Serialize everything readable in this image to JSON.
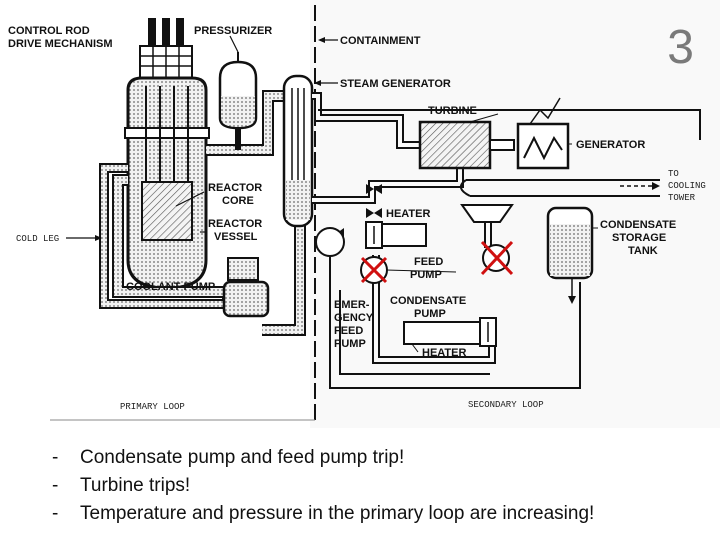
{
  "slide_number": "3",
  "labels": {
    "control_rod_1": "CONTROL ROD",
    "control_rod_2": "DRIVE MECHANISM",
    "pressurizer": "PRESSURIZER",
    "containment": "CONTAINMENT",
    "steam_generator": "STEAM GENERATOR",
    "turbine": "TURBINE",
    "generator": "GENERATOR",
    "to_cooling_1": "TO",
    "to_cooling_2": "COOLING",
    "to_cooling_3": "TOWER",
    "reactor_core_1": "REACTOR",
    "reactor_core_2": "CORE",
    "reactor_vessel_1": "REACTOR",
    "reactor_vessel_2": "VESSEL",
    "heater_top": "HEATER",
    "cold_leg": "COLD LEG",
    "feed_pump_1": "FEED",
    "feed_pump_2": "PUMP",
    "condensate_storage_1": "CONDENSATE",
    "condensate_storage_2": "STORAGE",
    "condensate_storage_3": "TANK",
    "coolant_pump": "COOLANT PUMP",
    "emergency_1": "EMER-",
    "emergency_2": "GENCY",
    "emergency_3": "FEED",
    "emergency_4": "PUMP",
    "condensate_pump_1": "CONDENSATE",
    "condensate_pump_2": "PUMP",
    "heater_bottom": "HEATER",
    "primary_loop": "PRIMARY LOOP",
    "secondary_loop": "SECONDARY LOOP"
  },
  "bullets": [
    {
      "dash": "-",
      "text": "Condensate pump and feed pump trip!"
    },
    {
      "dash": "-",
      "text": "Turbine trips!"
    },
    {
      "dash": "-",
      "text": "Temperature and pressure in the primary loop are increasing!"
    }
  ],
  "colors": {
    "trip_mark": "#d01010"
  }
}
